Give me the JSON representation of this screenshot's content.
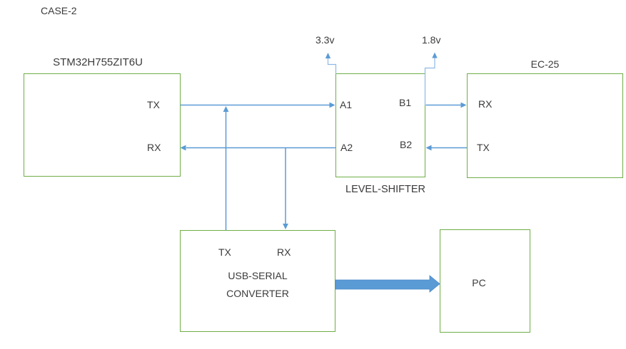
{
  "page": {
    "title": "CASE-2"
  },
  "colors": {
    "box_border": "#70AD47",
    "connector": "#5B9BD5",
    "power_connector": "#8FB9E4",
    "thick_arrow": "#5B9BD5",
    "text": "#3B3B3B"
  },
  "power": {
    "rail_3v3": "3.3v",
    "rail_1v8": "1.8v"
  },
  "blocks": {
    "stm32": {
      "title": "STM32H755ZIT6U",
      "tx": "TX",
      "rx": "RX"
    },
    "level_shifter": {
      "title": "LEVEL-SHIFTER",
      "a1": "A1",
      "a2": "A2",
      "b1": "B1",
      "b2": "B2"
    },
    "ec25": {
      "title": "EC-25",
      "rx": "RX",
      "tx": "TX"
    },
    "usb_serial": {
      "title_line1": "USB-SERIAL",
      "title_line2": "CONVERTER",
      "tx": "TX",
      "rx": "RX"
    },
    "pc": {
      "title": "PC"
    }
  }
}
